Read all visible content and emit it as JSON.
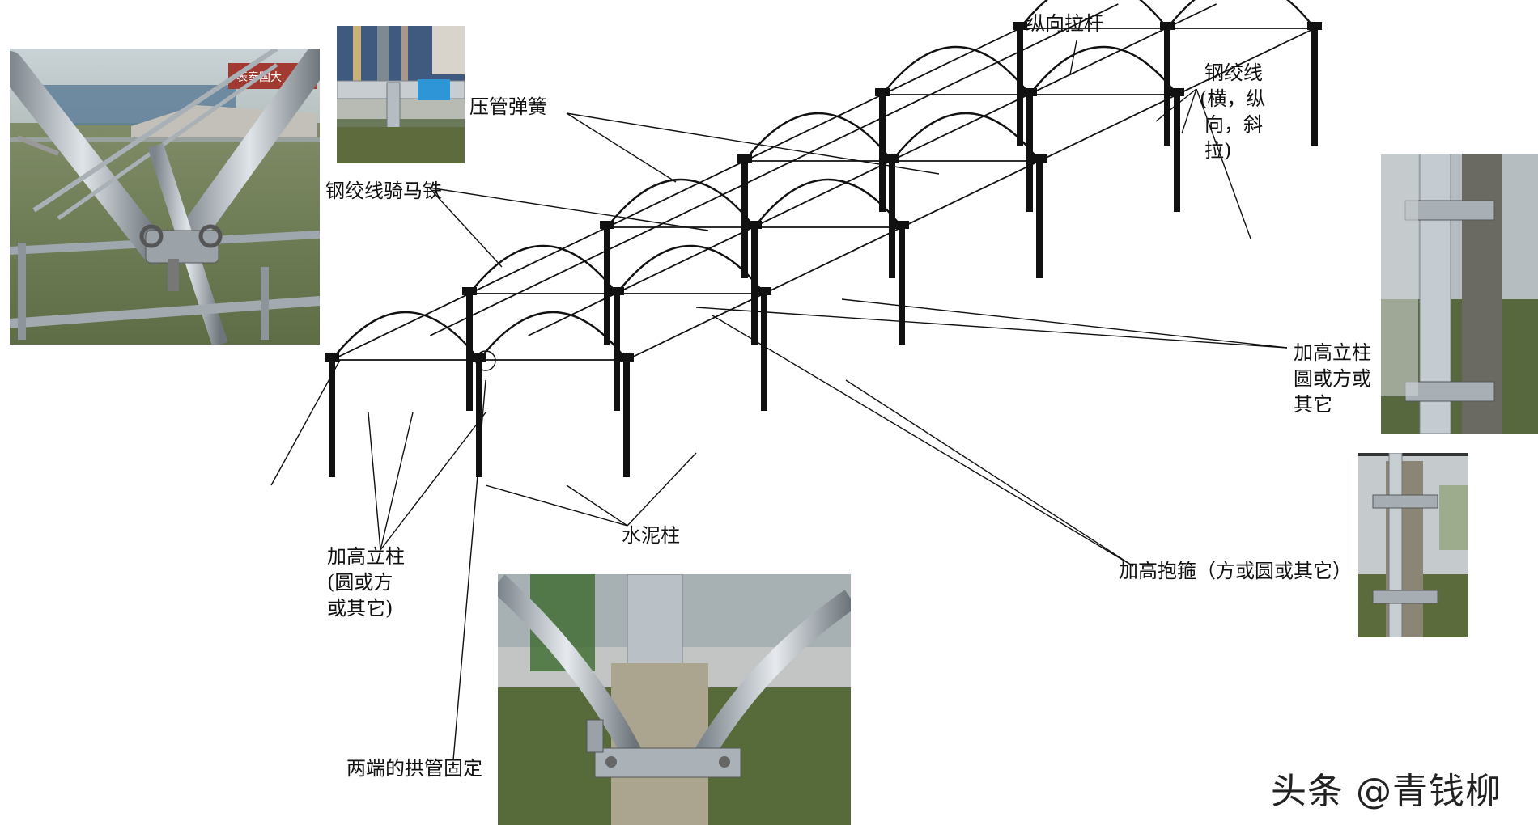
{
  "labels": {
    "longitudinal_rod": "纵向拉杆",
    "steel_strand_1": "钢绞线",
    "steel_strand_2": "(横，纵",
    "steel_strand_3": "向，斜",
    "steel_strand_4": "拉)",
    "pressure_spring": "压管弹簧",
    "strand_clip": "钢绞线骑马铁",
    "raised_post_right_1": "加高立柱",
    "raised_post_right_2": "圆或方或",
    "raised_post_right_3": "其它",
    "raised_post_left_1": "加高立柱",
    "raised_post_left_2": "(圆或方",
    "raised_post_left_3": "或其它)",
    "cement_post": "水泥柱",
    "raised_hoop": "加高抱箍（方或圆或其它）",
    "end_arch_fix": "两端的拱管固定"
  },
  "watermark": "头条 @青钱柳",
  "photo_sign_text": "表奉国大"
}
